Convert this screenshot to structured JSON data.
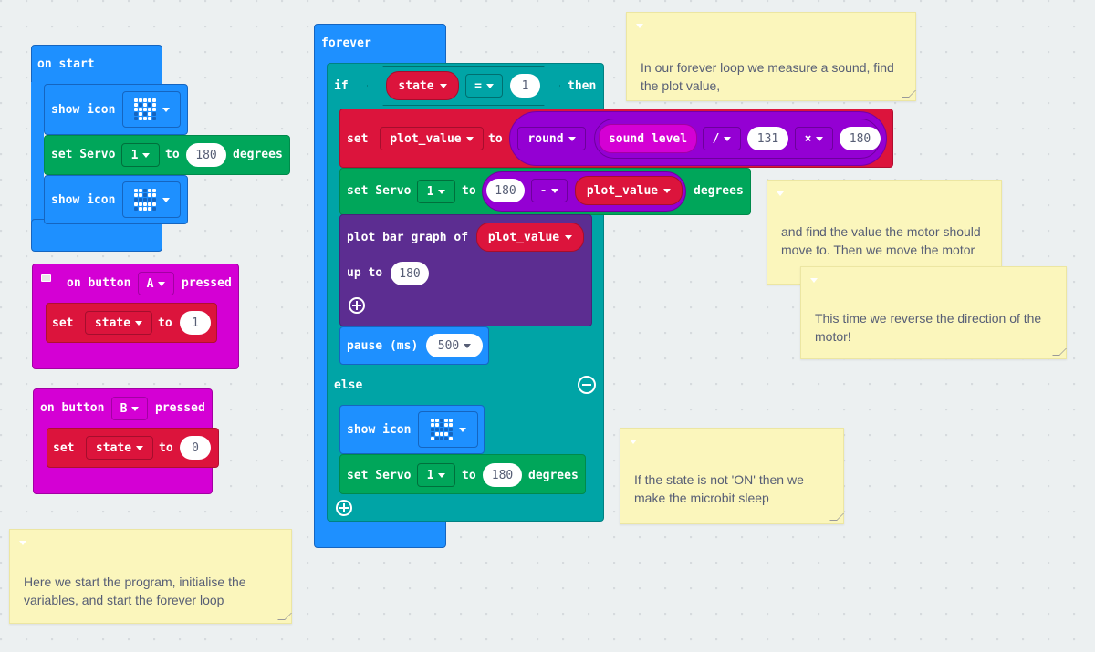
{
  "on_start": {
    "hat": "on start",
    "show_icon_1": "show icon",
    "servo": {
      "label": "set Servo",
      "pin": "1",
      "to": "to",
      "value": "180",
      "suffix": "degrees"
    },
    "show_icon_2": "show icon"
  },
  "button_a": {
    "hat_on": "on button",
    "button": "A",
    "hat_pressed": "pressed",
    "set": "set",
    "var": "state",
    "to": "to",
    "value": "1"
  },
  "button_b": {
    "hat_on": "on button",
    "button": "B",
    "hat_pressed": "pressed",
    "set": "set",
    "var": "state",
    "to": "to",
    "value": "0"
  },
  "forever": {
    "hat": "forever",
    "if_label": "if",
    "cond_var": "state",
    "cond_op": "=",
    "cond_value": "1",
    "then_label": "then",
    "set_plot": {
      "set": "set",
      "var": "plot_value",
      "to": "to",
      "round": "round",
      "sound": "sound level",
      "div": "/",
      "div_value": "131",
      "mul": "×",
      "mul_value": "180"
    },
    "servo": {
      "label": "set Servo",
      "pin": "1",
      "to": "to",
      "left": "180",
      "op": "-",
      "var": "plot_value",
      "suffix": "degrees"
    },
    "plot": {
      "label": "plot bar graph of",
      "var": "plot_value",
      "up_to": "up to",
      "value": "180"
    },
    "pause": {
      "label": "pause (ms)",
      "value": "500"
    },
    "else_label": "else",
    "else_show_icon": "show icon",
    "else_servo": {
      "label": "set Servo",
      "pin": "1",
      "to": "to",
      "value": "180",
      "suffix": "degrees"
    }
  },
  "comments": [
    "In our forever loop we measure a sound, find the plot value,",
    "and find the value the motor should move to. Then we move the motor",
    "This time we reverse the direction of the motor!",
    "If the state is not 'ON' then we make the microbit sleep",
    "Here we start the program, initialise the variables, and start the forever loop"
  ],
  "icons": {
    "caret": "caret-down-icon",
    "comment": "comment-icon",
    "add": "plus-circle-icon",
    "remove": "minus-circle-icon",
    "led": "led-grid-icon"
  },
  "colors": {
    "basic": "#1e90ff",
    "input": "#d400d4",
    "variables": "#dc143c",
    "servo": "#00a65a",
    "logic": "#00a4a6",
    "math": "#9400d3",
    "led": "#5c2d91",
    "comment": "#fbf6bc",
    "workspace": "#ecf0f1"
  }
}
